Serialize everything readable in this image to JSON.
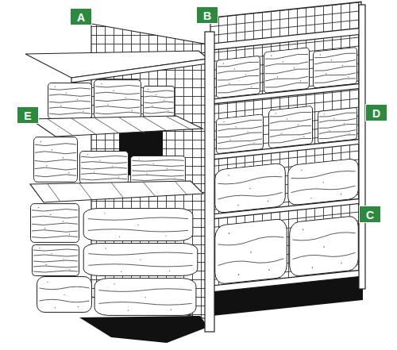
{
  "diagram": {
    "labels": [
      "A",
      "B",
      "E",
      "D",
      "C"
    ]
  }
}
